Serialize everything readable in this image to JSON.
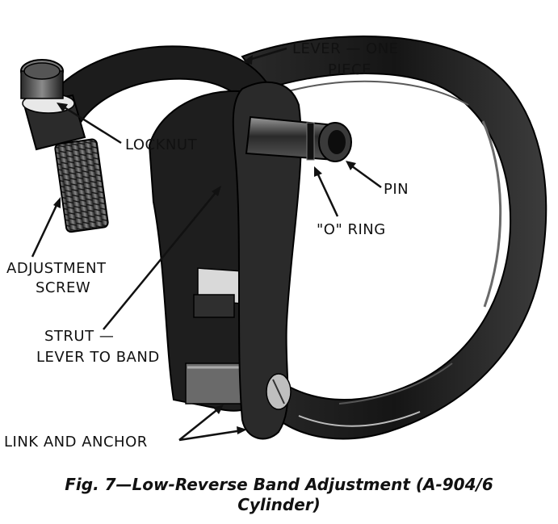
{
  "figure": {
    "labels": {
      "lever": "LEVER — ONE",
      "lever_line2": "PIECE",
      "locknut": "LOCKNUT",
      "pin": "PIN",
      "o_ring": "\"O\" RING",
      "adjustment": "ADJUSTMENT",
      "adjustment_line2": "SCREW",
      "strut": "STRUT —",
      "strut_line2": "LEVER TO BAND",
      "link": "LINK AND ANCHOR"
    },
    "colors": {
      "ink": "#111111",
      "metal_dark": "#1a1a1a",
      "metal_mid": "#3a3a3a",
      "metal_light": "#8a8a8a",
      "paper": "#ffffff"
    }
  },
  "caption": {
    "line1": "Fig. 7—Low-Reverse Band Adjustment (A-904/6",
    "line2": "Cylinder)"
  }
}
